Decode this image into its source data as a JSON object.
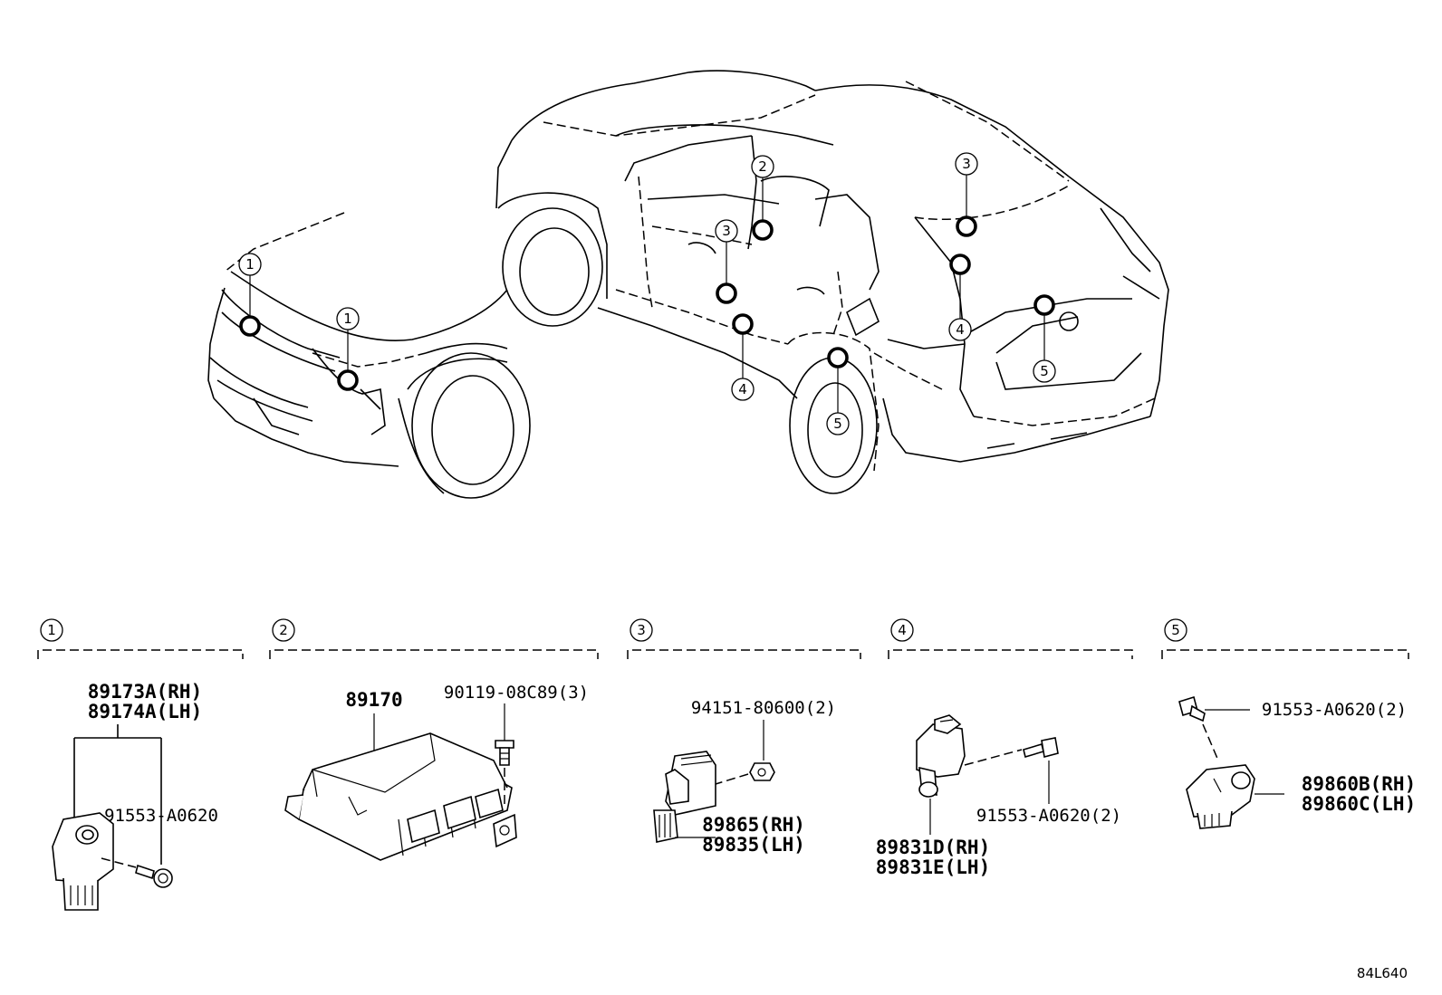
{
  "diagram_code": "84L640",
  "locations": {
    "front": [
      {
        "marker": "1"
      },
      {
        "marker": "1"
      }
    ],
    "rear": [
      {
        "marker": "2"
      },
      {
        "marker": "3"
      },
      {
        "marker": "3"
      },
      {
        "marker": "4"
      },
      {
        "marker": "4"
      },
      {
        "marker": "5"
      },
      {
        "marker": "5"
      }
    ]
  },
  "sections": [
    {
      "marker": "1",
      "parts": [
        {
          "lines": [
            "89173A(RH)",
            "89174A(LH)"
          ]
        },
        {
          "lines": [
            "91553-A0620"
          ]
        }
      ]
    },
    {
      "marker": "2",
      "parts": [
        {
          "lines": [
            "89170"
          ]
        },
        {
          "lines": [
            "90119-08C89(3)"
          ]
        }
      ]
    },
    {
      "marker": "3",
      "parts": [
        {
          "lines": [
            "94151-80600(2)"
          ]
        },
        {
          "lines": [
            "89865(RH)",
            "89835(LH)"
          ]
        }
      ]
    },
    {
      "marker": "4",
      "parts": [
        {
          "lines": [
            "91553-A0620(2)"
          ]
        },
        {
          "lines": [
            "89831D(RH)",
            "89831E(LH)"
          ]
        }
      ]
    },
    {
      "marker": "5",
      "parts": [
        {
          "lines": [
            "91553-A0620(2)"
          ]
        },
        {
          "lines": [
            "89860B(RH)",
            "89860C(LH)"
          ]
        }
      ]
    }
  ]
}
